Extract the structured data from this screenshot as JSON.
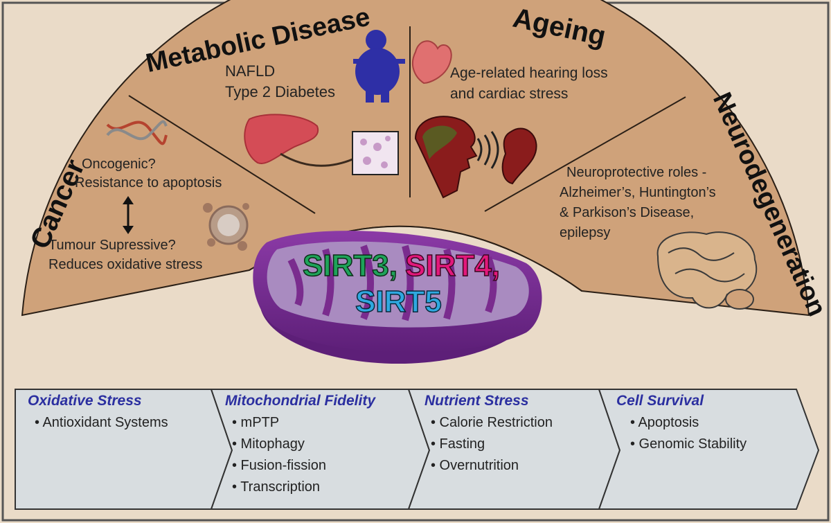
{
  "colors": {
    "background": "#eadbc8",
    "fan": "#cfa27a",
    "outline": "#2a1f16",
    "mito_outer": "#7a2c8e",
    "mito_inner": "#a98bc0",
    "sirt3": "#1fa35a",
    "sirt4": "#e2187b",
    "sirt5": "#2fa8e0",
    "process_title": "#2b2fa0",
    "arrow_fill": "#d8dde0"
  },
  "sectors": {
    "cancer": {
      "title": "Cancer",
      "line1": "Oncogenic?",
      "line2": "Resistance to apoptosis",
      "line3": "Tumour Supressive?",
      "line4": "Reduces oxidative stress",
      "icons": [
        "dna-icon",
        "tumour-cell-icon",
        "double-arrow-icon"
      ]
    },
    "metabolic": {
      "title": "Metabolic Disease",
      "line1": "NAFLD",
      "line2": "Type 2 Diabetes",
      "icons": [
        "obese-figure-icon",
        "liver-icon",
        "tissue-slide-icon"
      ]
    },
    "ageing": {
      "title": "Ageing",
      "line1": "Age-related hearing loss",
      "line2": "and cardiac stress",
      "icons": [
        "heart-icon",
        "head-icon",
        "ear-icon"
      ]
    },
    "neuro": {
      "title": "Neurodegeneration",
      "line1": "Neuroprotective roles -",
      "line2": "Alzheimer’s, Huntington’s",
      "line3": "& Parkison’s Disease,",
      "line4": "epilepsy",
      "icons": [
        "brain-icon"
      ]
    }
  },
  "center": {
    "sirt3": "SIRT3,",
    "sirt4": "SIRT4,",
    "sirt5": "SIRT5"
  },
  "processes": [
    {
      "title": "Oxidative Stress",
      "items": [
        "• Antioxidant Systems"
      ]
    },
    {
      "title": "Mitochondrial Fidelity",
      "items": [
        "• mPTP",
        "• Mitophagy",
        "• Fusion-fission",
        "• Transcription"
      ]
    },
    {
      "title": "Nutrient Stress",
      "items": [
        "• Calorie Restriction",
        "• Fasting",
        "• Overnutrition"
      ]
    },
    {
      "title": "Cell Survival",
      "items": [
        "• Apoptosis",
        "• Genomic Stability"
      ]
    }
  ]
}
